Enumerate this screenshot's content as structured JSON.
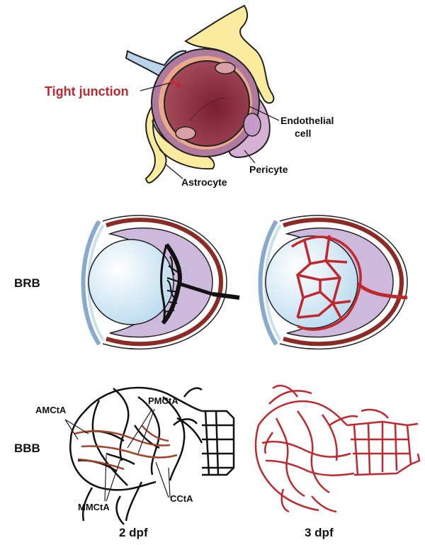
{
  "labels": {
    "tight_junction": "Tight junction",
    "endothelial_line1": "Endothelial",
    "endothelial_line2": "cell",
    "pericyte": "Pericyte",
    "astrocyte": "Astrocyte",
    "brb": "BRB",
    "bbb": "BBB",
    "amcta": "AMCtA",
    "pmcta": "PMCtA",
    "mmcta": "MMCtA",
    "ccta": "CCtA",
    "dpf2": "2 dpf",
    "dpf3": "3 dpf"
  },
  "colors": {
    "astrocyte": "#fbeb9f",
    "endfoot": "#b9d3ea",
    "pericyte": "#d6b1d3",
    "endothelial": "#b07a9e",
    "lumen": "#8c2a3e",
    "tight_junction": "#c1272d",
    "retina": "#cdb9dc",
    "lens": "#d8ecf7",
    "sclera": "#8c2a25",
    "vessel_red": "#c1272d"
  }
}
